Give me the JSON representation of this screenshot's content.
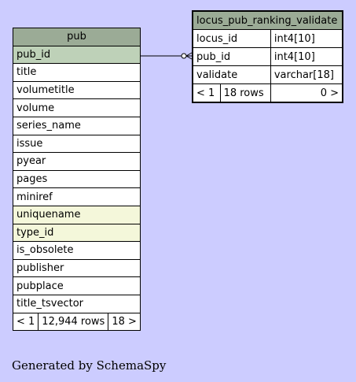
{
  "pub": {
    "name": "pub",
    "columns": [
      "pub_id",
      "title",
      "volumetitle",
      "volume",
      "series_name",
      "issue",
      "pyear",
      "pages",
      "miniref",
      "uniquename",
      "type_id",
      "is_obsolete",
      "publisher",
      "pubplace",
      "title_tsvector"
    ],
    "footer": {
      "left": "< 1",
      "rows": "12,944 rows",
      "right": "18 >"
    }
  },
  "locus": {
    "name": "locus_pub_ranking_validate",
    "columns": [
      {
        "name": "locus_id",
        "type": "int4[10]"
      },
      {
        "name": "pub_id",
        "type": "int4[10]"
      },
      {
        "name": "validate",
        "type": "varchar[18]"
      }
    ],
    "footer": {
      "left": "< 1",
      "rows": "18 rows",
      "right": "0 >"
    }
  },
  "generated_by": "Generated by SchemaSpy"
}
